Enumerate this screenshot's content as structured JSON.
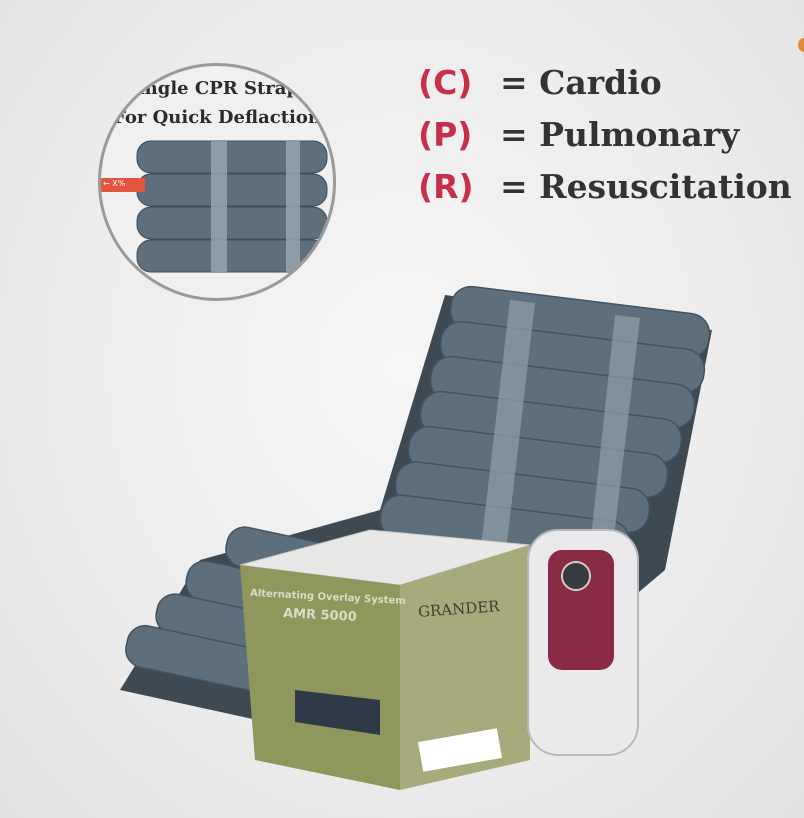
{
  "inset": {
    "title_line1": "Single CPR Straps",
    "title_line2": "For Quick Deflaction",
    "tag_label": "← X%"
  },
  "legend": [
    {
      "abbr": "(C)",
      "meaning": "= Cardio"
    },
    {
      "abbr": "(P)",
      "meaning": "= Pulmonary"
    },
    {
      "abbr": "(R)",
      "meaning": "= Resuscitation"
    }
  ],
  "box": {
    "subtitle": "Alternating Overlay System",
    "model": "AMR 5000",
    "brand": "GRANDER"
  },
  "colors": {
    "accent": "#c8304a",
    "text": "#333333",
    "mattress": "#5a6b78",
    "box": "#8c955a",
    "pump_panel": "#8a2a44"
  }
}
